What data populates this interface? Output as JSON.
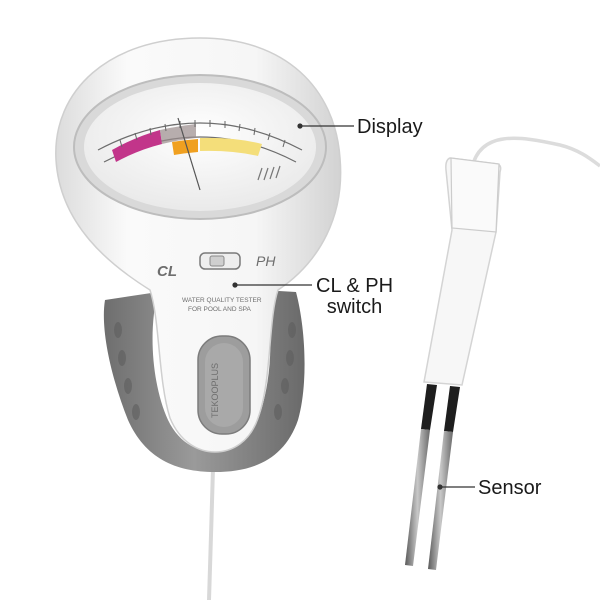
{
  "labels": {
    "display": "Display",
    "switch_line1": "CL & PH",
    "switch_line2": "switch",
    "sensor": "Sensor"
  },
  "device": {
    "cl_label": "CL",
    "ph_label": "PH",
    "brand": "TEKOOPLUS",
    "body_text_line1": "WATER QUALITY TESTER",
    "body_text_line2": "FOR POOL AND SPA"
  },
  "colors": {
    "body": "#f4f4f4",
    "grip": "#8c8c8c",
    "scale_magenta": "#c2358a",
    "scale_orange": "#f0a020",
    "scale_yellow": "#f4de7a",
    "probe_metal": "#8a8a8a"
  }
}
